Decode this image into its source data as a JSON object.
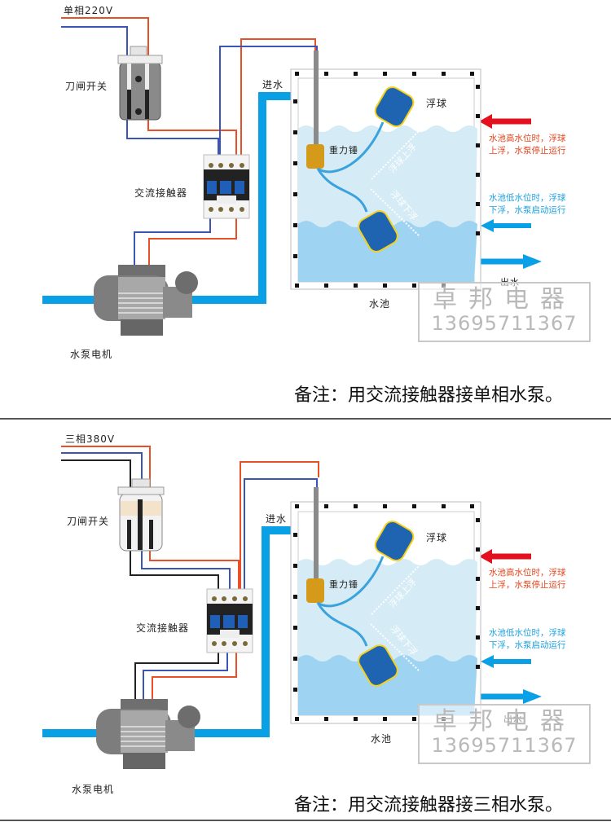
{
  "panels": [
    {
      "power_label": "单相220V",
      "switch_label": "刀闸开关",
      "contactor_label": "交流接触器",
      "motor_label": "水泵电机",
      "inlet_label": "进水",
      "outlet_label": "出水",
      "tank_label": "水池",
      "float_label": "浮球",
      "weight_label": "重力锤",
      "float_up_label": "浮球上浮",
      "float_down_label": "浮球下浮",
      "high_water_note": [
        "水池高水位时，浮球",
        "上浮，水泵停止运行"
      ],
      "low_water_note": [
        "水池低水位时，浮球",
        "下浮，水泵启动运行"
      ],
      "remark": "备注：用交流接触器接单相水泵。",
      "phases": 2
    },
    {
      "power_label": "三相380V",
      "switch_label": "刀闸开关",
      "contactor_label": "交流接触器",
      "motor_label": "水泵电机",
      "inlet_label": "进水",
      "outlet_label": "出水",
      "tank_label": "水池",
      "float_label": "浮球",
      "weight_label": "重力锤",
      "float_up_label": "浮球上浮",
      "float_down_label": "浮球下浮",
      "high_water_note": [
        "水池高水位时，浮球",
        "上浮，水泵停止运行"
      ],
      "low_water_note": [
        "水池低水位时，浮球",
        "下浮，水泵启动运行"
      ],
      "remark": "备注：用交流接触器接三相水泵。",
      "phases": 3
    }
  ],
  "watermark": {
    "name": "卓邦电器",
    "phone": "13695711367"
  },
  "colors": {
    "wire_red": "#e8502a",
    "wire_blue": "#3a55b5",
    "wire_black": "#222222",
    "pipe": "#0aa0e6",
    "water_light": "#d5ebf5",
    "water_deep": "#9fd3f2",
    "float_blue": "#1f64b0",
    "float_yellow": "#f5d11a"
  }
}
